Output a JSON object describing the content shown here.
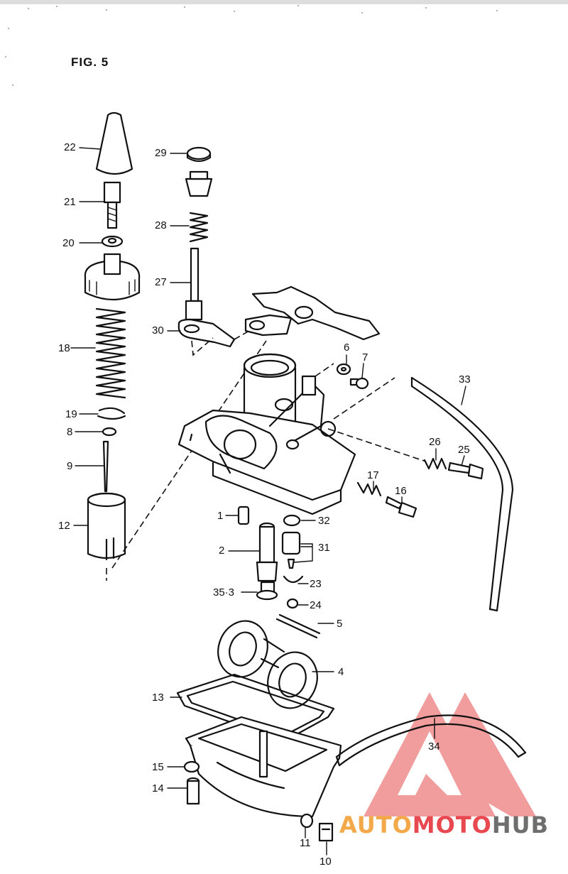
{
  "figure": {
    "title": "FIG. 5",
    "labels": [
      {
        "text": "22"
      },
      {
        "text": "21"
      },
      {
        "text": "20"
      },
      {
        "text": "18"
      },
      {
        "text": "19"
      },
      {
        "text": "8"
      },
      {
        "text": "9"
      },
      {
        "text": "12"
      },
      {
        "text": "29"
      },
      {
        "text": "28"
      },
      {
        "text": "27"
      },
      {
        "text": "30"
      },
      {
        "text": "6"
      },
      {
        "text": "7"
      },
      {
        "text": "33"
      },
      {
        "text": "26"
      },
      {
        "text": "25"
      },
      {
        "text": "17"
      },
      {
        "text": "16"
      },
      {
        "text": "1"
      },
      {
        "text": "32"
      },
      {
        "text": "2"
      },
      {
        "text": "31"
      },
      {
        "text": "23"
      },
      {
        "text": "35·3"
      },
      {
        "text": "24"
      },
      {
        "text": "5"
      },
      {
        "text": "4"
      },
      {
        "text": "13"
      },
      {
        "text": "34"
      },
      {
        "text": "15"
      },
      {
        "text": "14"
      },
      {
        "text": "11"
      },
      {
        "text": "10"
      }
    ]
  },
  "watermark": {
    "brand_part1": "AUTO",
    "brand_part2": "MOTO",
    "brand_part3": "HUB",
    "colors": {
      "auto": "#f3a94a",
      "moto": "#e8484f",
      "hub": "#6e6e6e",
      "logo": "#f08c8c"
    }
  }
}
